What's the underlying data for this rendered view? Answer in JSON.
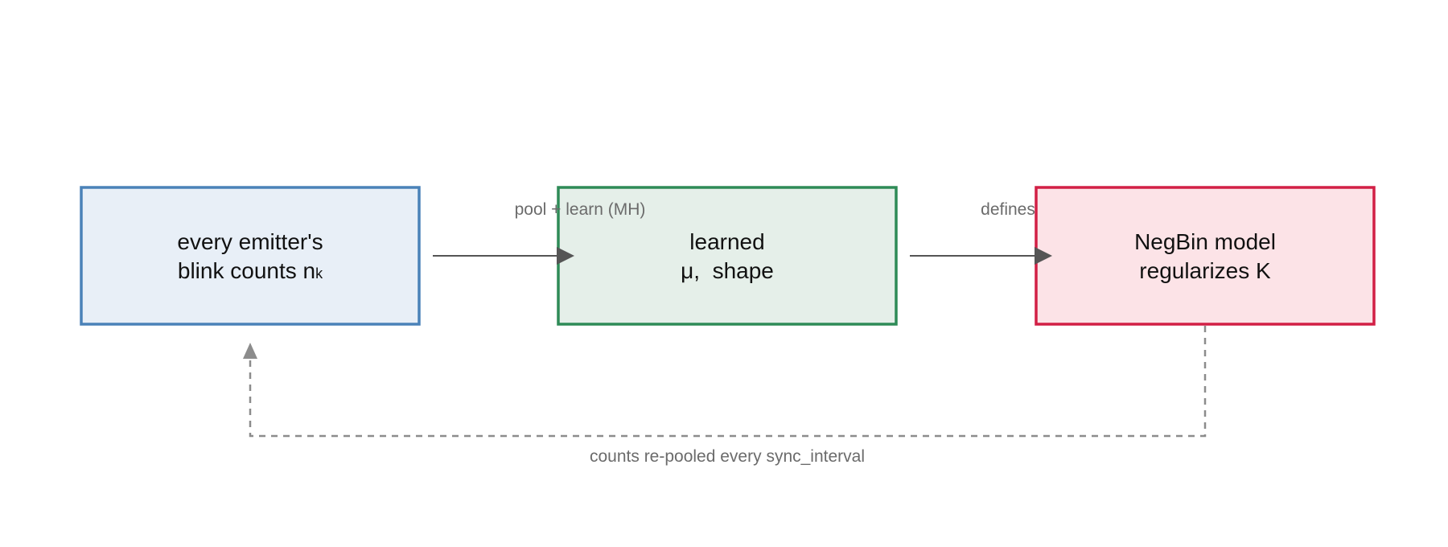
{
  "nodes": {
    "counts": {
      "line1": "every emitter's",
      "line2": "blink counts",
      "symbol": "n",
      "subscript": "k",
      "fill": "#e8eff7",
      "stroke": "#4a82b8"
    },
    "learned": {
      "line1": "learned",
      "line2": "μ,  shape",
      "fill": "#e5efe9",
      "stroke": "#2e8b57"
    },
    "negbin": {
      "line1": "NegBin model",
      "line2": "regularizes K",
      "fill": "#fce3e7",
      "stroke": "#d21f45"
    }
  },
  "edges": {
    "pool": {
      "label": "pool + learn (MH)"
    },
    "defines": {
      "label": "defines"
    },
    "feedback": {
      "label": "counts re-pooled every sync_interval"
    }
  },
  "colors": {
    "arrow": "#555555",
    "dashed": "#8c8c8c",
    "edge_label": "#6b6b6b",
    "node_text": "#111111"
  }
}
